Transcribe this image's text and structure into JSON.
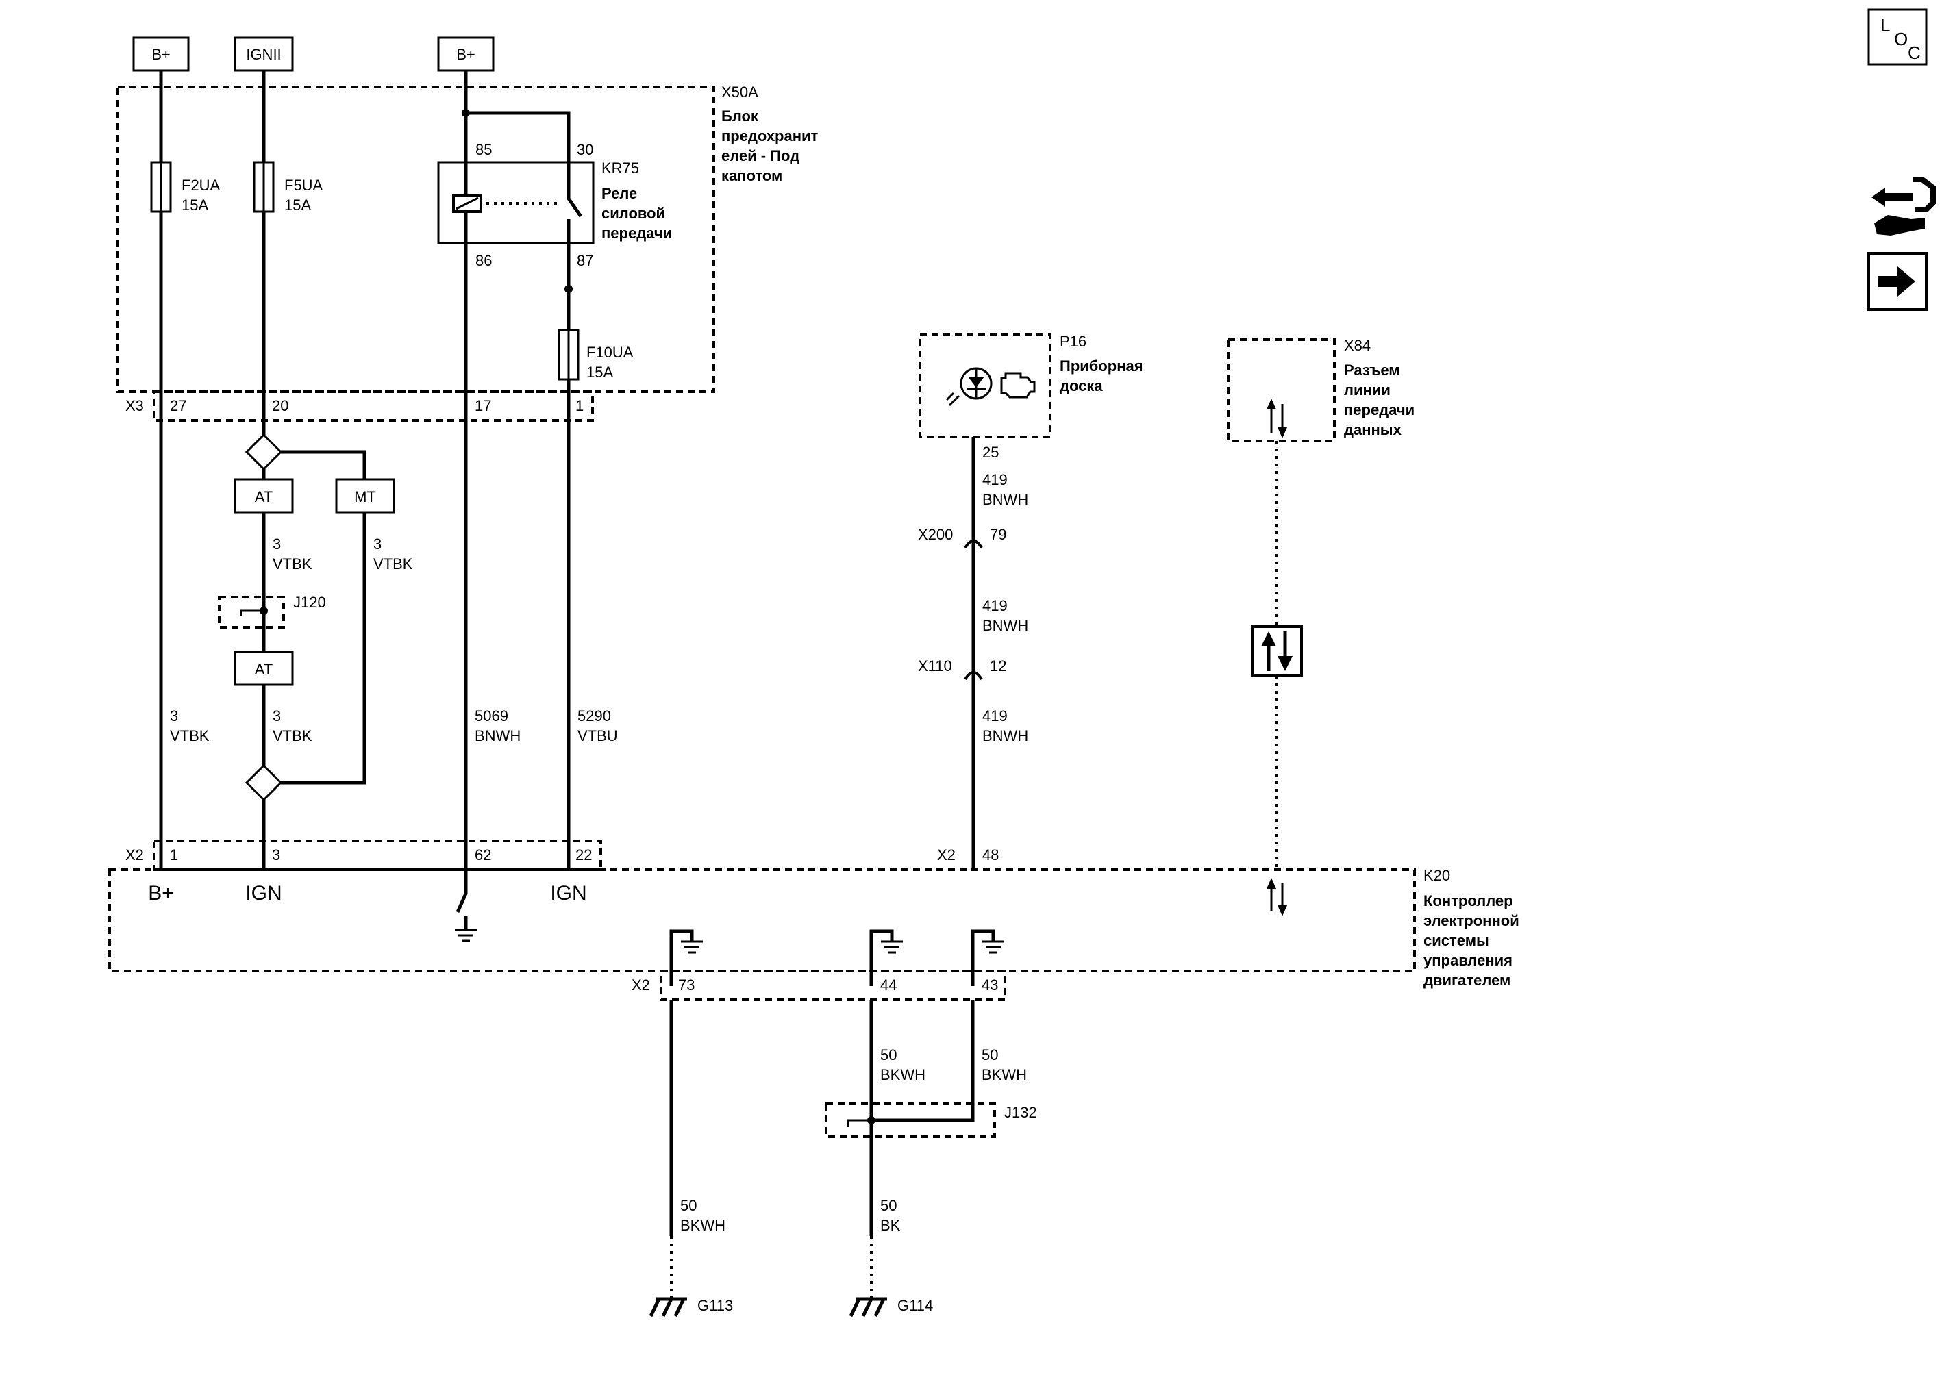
{
  "power_sources": [
    "B+",
    "IGNII",
    "B+"
  ],
  "fuse_block": {
    "id": "X50A",
    "name_lines": [
      "Блок",
      "предохранит",
      "елей - Под",
      "капотом"
    ],
    "connector": "X3",
    "pins": [
      "27",
      "20",
      "17",
      "1"
    ]
  },
  "fuses": [
    {
      "id": "F2UA",
      "rating": "15A"
    },
    {
      "id": "F5UA",
      "rating": "15A"
    },
    {
      "id": "F10UA",
      "rating": "15A"
    }
  ],
  "relay": {
    "id": "KR75",
    "name_lines": [
      "Реле",
      "силовой",
      "передачи"
    ],
    "pins": [
      "85",
      "30",
      "86",
      "87"
    ]
  },
  "options": [
    "AT",
    "MT",
    "AT"
  ],
  "splices": [
    "J120",
    "J132"
  ],
  "wires": [
    {
      "circuit": "3",
      "color": "VTBK"
    },
    {
      "circuit": "3",
      "color": "VTBK"
    },
    {
      "circuit": "3",
      "color": "VTBK"
    },
    {
      "circuit": "3",
      "color": "VTBK"
    },
    {
      "circuit": "5069",
      "color": "BNWH"
    },
    {
      "circuit": "5290",
      "color": "VTBU"
    },
    {
      "circuit": "419",
      "color": "BNWH"
    },
    {
      "circuit": "419",
      "color": "BNWH"
    },
    {
      "circuit": "419",
      "color": "BNWH"
    },
    {
      "circuit": "50",
      "color": "BKWH"
    },
    {
      "circuit": "50",
      "color": "BKWH"
    },
    {
      "circuit": "50",
      "color": "BKWH"
    },
    {
      "circuit": "50",
      "color": "BK"
    }
  ],
  "instrument_cluster": {
    "id": "P16",
    "name_lines": [
      "Приборная",
      "доска"
    ],
    "pin": "25"
  },
  "dlc": {
    "id": "X84",
    "name_lines": [
      "Разъем",
      "линии",
      "передачи",
      "данных"
    ]
  },
  "inline_connectors": [
    {
      "id": "X200",
      "pin": "79"
    },
    {
      "id": "X110",
      "pin": "12"
    }
  ],
  "ecm": {
    "id": "K20",
    "name_lines": [
      "Контроллер",
      "электронной",
      "системы",
      "управления",
      "двигателем"
    ],
    "top_connector": "X2",
    "top_pins": [
      "1",
      "3",
      "62",
      "22"
    ],
    "top_connector_right": "X2",
    "top_pin_right": "48",
    "internal_labels": [
      "B+",
      "IGN",
      "IGN"
    ],
    "bottom_connector": "X2",
    "bottom_pins": [
      "73",
      "44",
      "43"
    ]
  },
  "grounds": [
    "G113",
    "G114"
  ],
  "loc_icon": {
    "letters": [
      "L",
      "O",
      "C"
    ]
  },
  "icons": [
    "loc-icon",
    "schematic-tool-icon",
    "arrow-right-icon",
    "data-link-icon",
    "malfunction-indicator-icon",
    "engine-icon",
    "ground-icon",
    "chassis-ground-icon",
    "fuse-icon",
    "relay-icon",
    "switch-icon"
  ]
}
